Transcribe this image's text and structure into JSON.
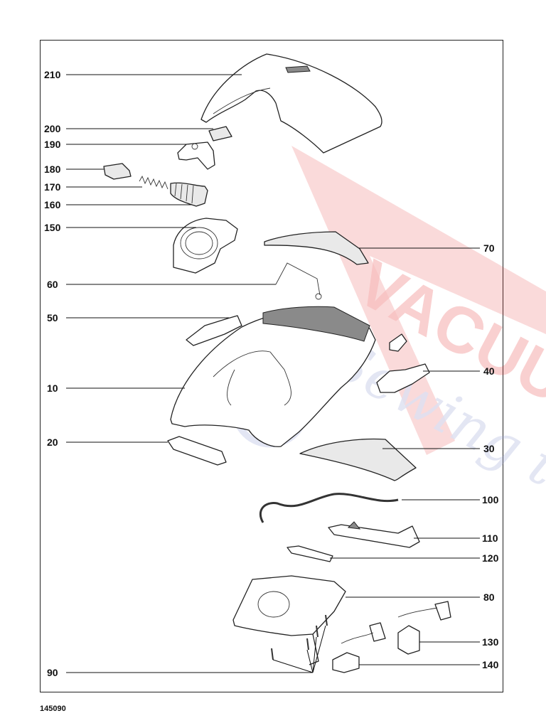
{
  "diagram": {
    "parts": [
      {
        "id": "210",
        "name": "part-210-lid-cover"
      },
      {
        "id": "200",
        "name": "part-200-small-tab"
      },
      {
        "id": "190",
        "name": "part-190-latch-bracket"
      },
      {
        "id": "180",
        "name": "part-180-button"
      },
      {
        "id": "170",
        "name": "part-170-spring"
      },
      {
        "id": "160",
        "name": "part-160-bellows"
      },
      {
        "id": "150",
        "name": "part-150-filter-frame"
      },
      {
        "id": "70",
        "name": "part-70-grille-strip"
      },
      {
        "id": "60",
        "name": "part-60-wire-clip"
      },
      {
        "id": "50",
        "name": "part-50-hinge-piece"
      },
      {
        "id": "10",
        "name": "part-10-upper-housing"
      },
      {
        "id": "40",
        "name": "part-40-cord-hook"
      },
      {
        "id": "20",
        "name": "part-20-bracket"
      },
      {
        "id": "30",
        "name": "part-30-filter-pad"
      },
      {
        "id": "100",
        "name": "part-100-hose"
      },
      {
        "id": "110",
        "name": "part-110-circuit-board"
      },
      {
        "id": "120",
        "name": "part-120-switch-rail"
      },
      {
        "id": "80",
        "name": "part-80-motor-housing"
      },
      {
        "id": "130",
        "name": "part-130-switch"
      },
      {
        "id": "140",
        "name": "part-140-connector"
      },
      {
        "id": "90",
        "name": "part-90-screws"
      }
    ],
    "drawing_code": "145090",
    "watermark": {
      "text_main": "VACUUMS",
      "text_script": "Sewing too",
      "color": "#e84040"
    },
    "colors": {
      "line": "#111111",
      "frame": "#222222"
    }
  }
}
